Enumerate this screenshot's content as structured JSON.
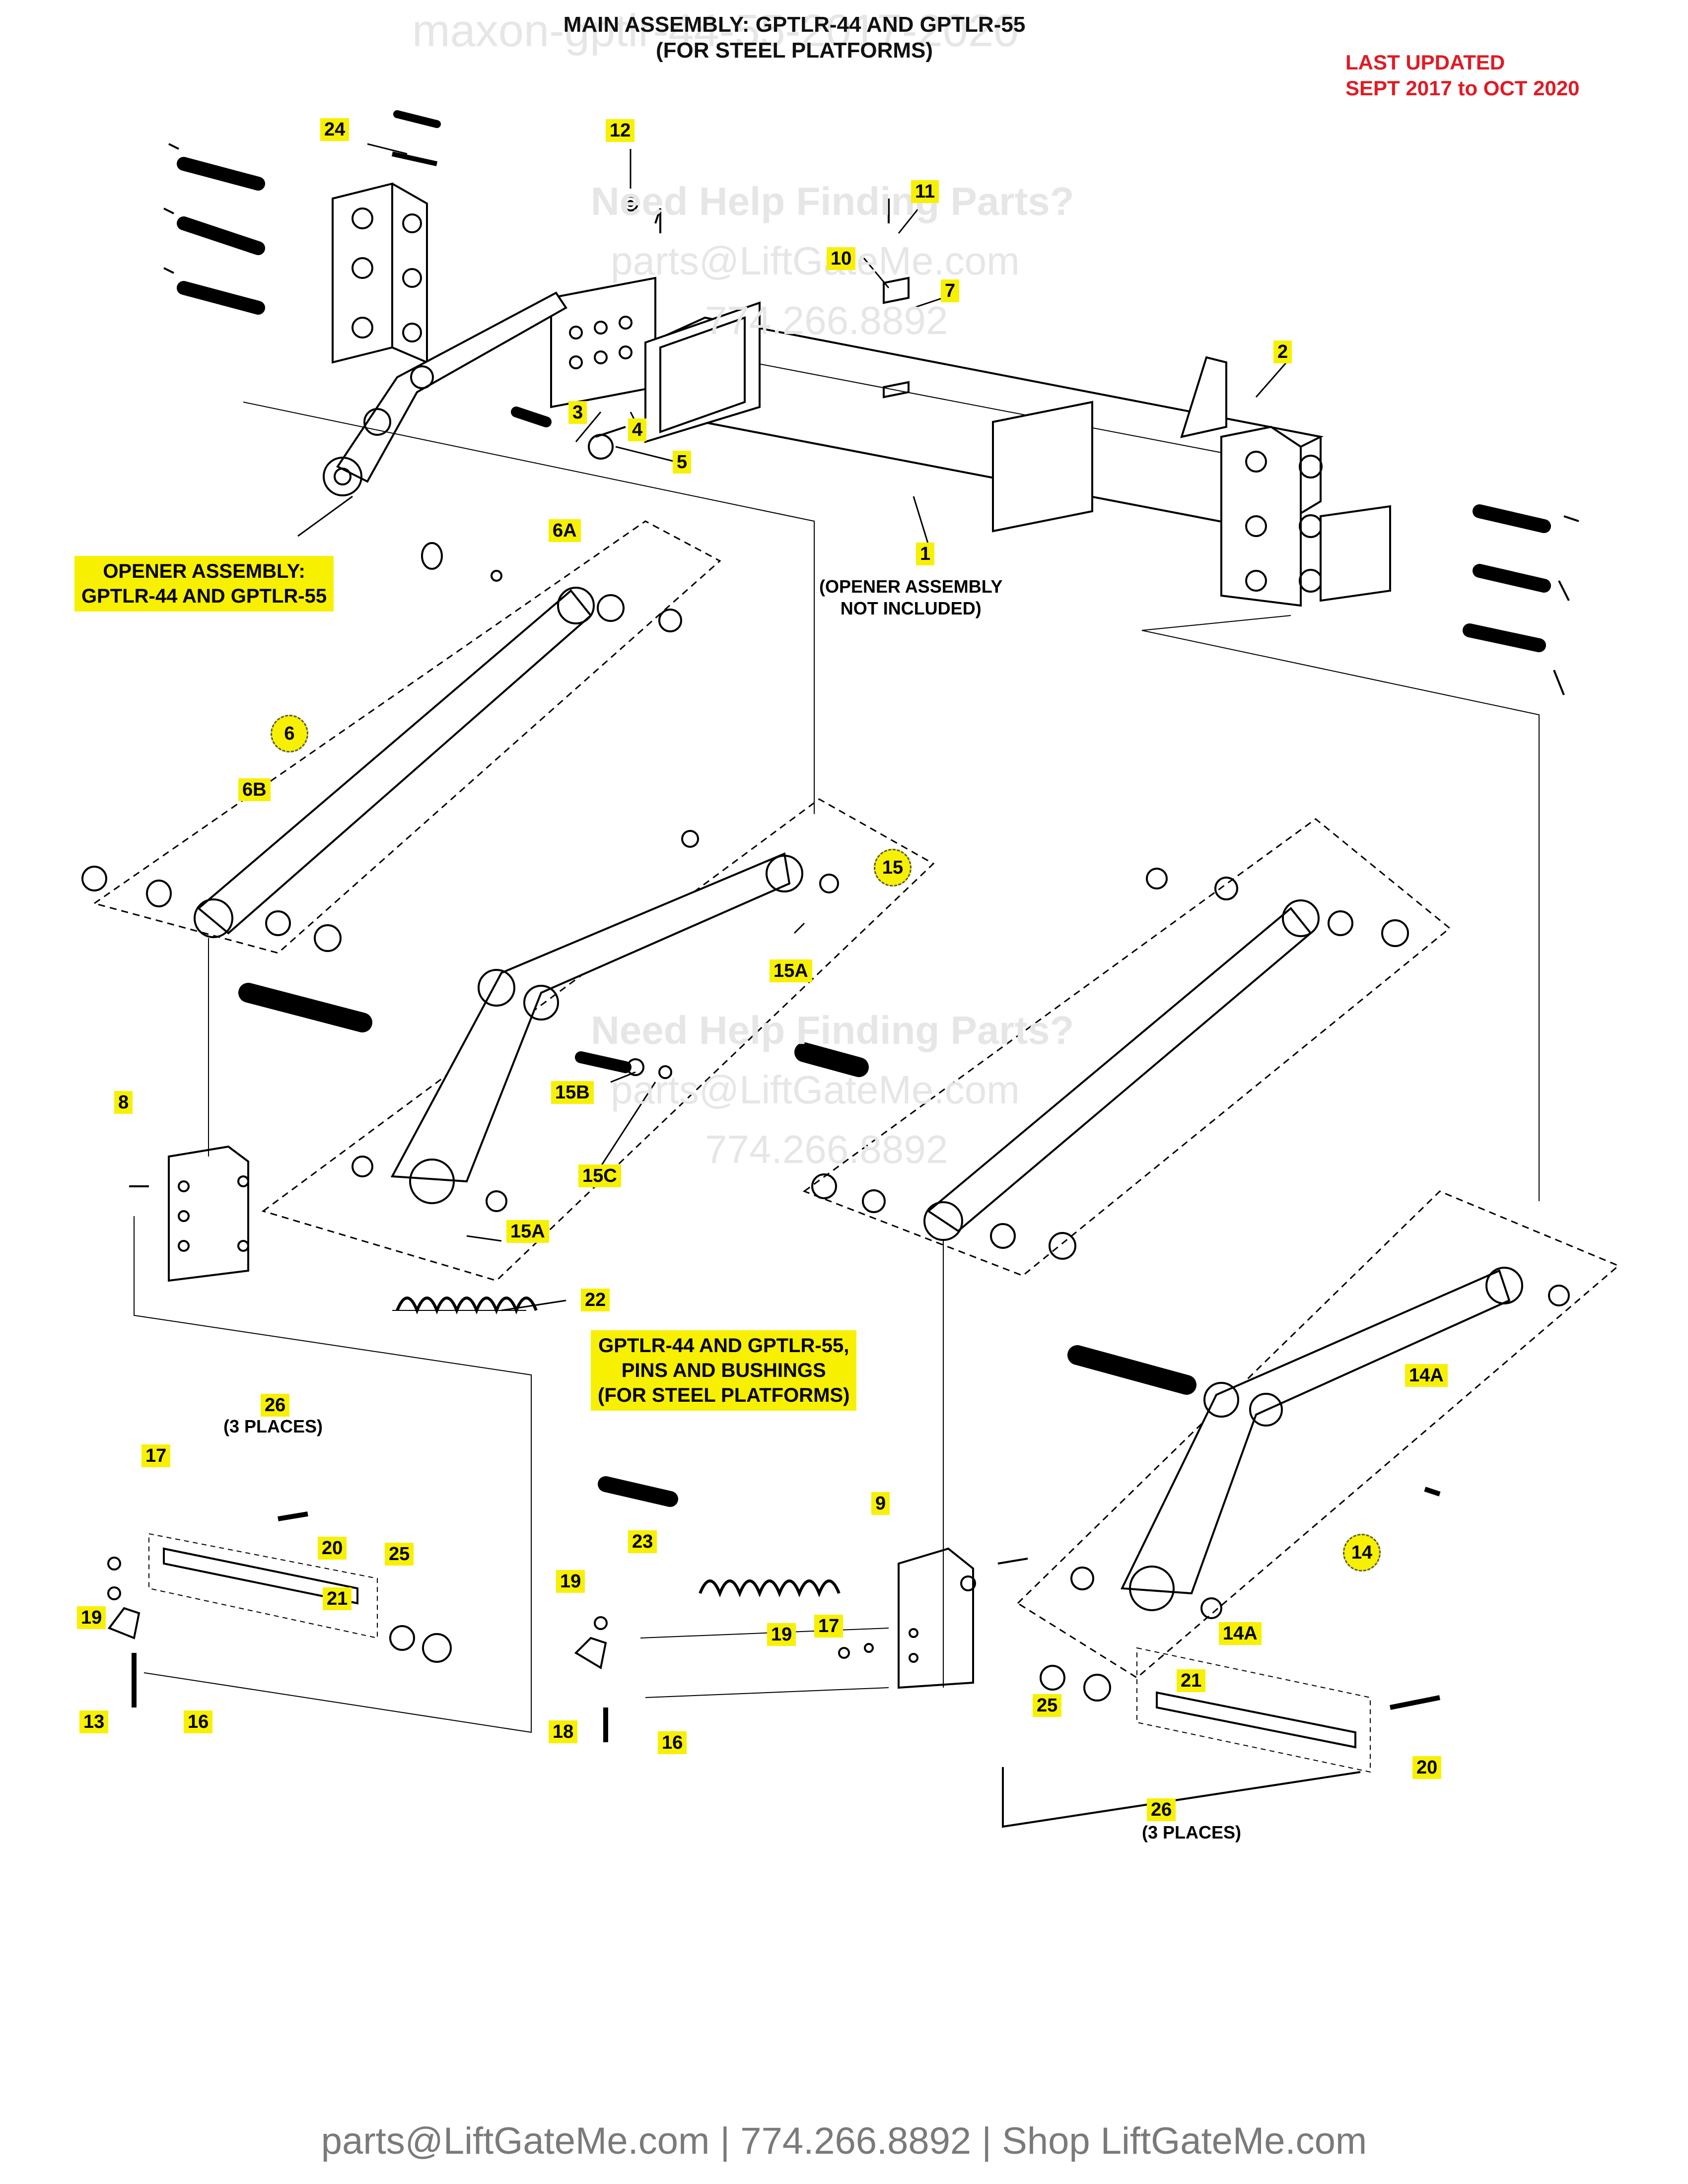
{
  "header": {
    "title_line1": "MAIN ASSEMBLY: GPTLR-44 AND GPTLR-55",
    "title_line2": "(FOR STEEL PLATFORMS)",
    "updated_line1": "LAST UPDATED",
    "updated_line2": "SEPT 2017 to OCT 2020"
  },
  "watermarks": {
    "top": "maxon-gptlr-44-55-2017-2020",
    "help": "Need Help Finding Parts?",
    "email": "parts@LiftGateMe.com",
    "phone": "774.266.8892"
  },
  "notes": {
    "opener_line1": "OPENER ASSEMBLY:",
    "opener_line2": "GPTLR-44 AND GPTLR-55",
    "part1_line1": "(OPENER ASSEMBLY",
    "part1_line2": "NOT INCLUDED)",
    "pins_line1": "GPTLR-44 AND GPTLR-55,",
    "pins_line2": "PINS AND BUSHINGS",
    "pins_line3": "(FOR STEEL  PLATFORMS)",
    "three_places": "(3 PLACES)"
  },
  "callouts": {
    "c1": "1",
    "c2": "2",
    "c3": "3",
    "c4": "4",
    "c5": "5",
    "c6": "6",
    "c6a": "6A",
    "c6b": "6B",
    "c7": "7",
    "c8": "8",
    "c9": "9",
    "c10": "10",
    "c11": "11",
    "c12": "12",
    "c13": "13",
    "c14": "14",
    "c14a": "14A",
    "c15": "15",
    "c15a": "15A",
    "c15b": "15B",
    "c15c": "15C",
    "c16": "16",
    "c17": "17",
    "c18": "18",
    "c19": "19",
    "c20": "20",
    "c21": "21",
    "c22": "22",
    "c23": "23",
    "c24": "24",
    "c25": "25",
    "c26": "26"
  },
  "footer": "parts@LiftGateMe.com | 774.266.8892 | Shop LiftGateMe.com"
}
